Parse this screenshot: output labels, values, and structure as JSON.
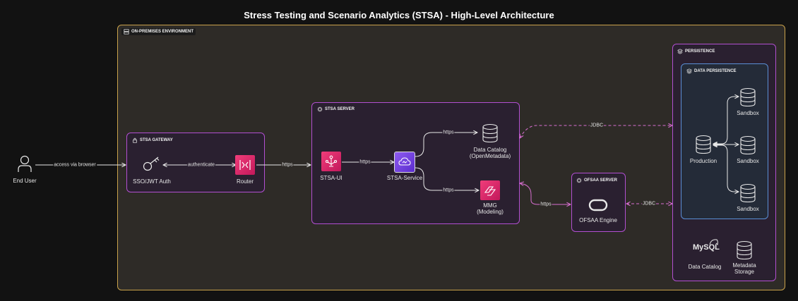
{
  "title": "Stress Testing and Scenario Analytics (STSA) - High-Level Architecture",
  "groups": {
    "onprem": "ON-PREMISES ENVIRONMENT",
    "gateway": "STSA GATEWAY",
    "server": "STSA SERVER",
    "ofsaa": "OFSAA SERVER",
    "persistence": "PERSISTENCE",
    "data_persistence": "DATA PERSISTENCE"
  },
  "nodes": {
    "end_user": "End User",
    "sso": "SSO/JWT Auth",
    "router": "Router",
    "stsa_ui": "STSA-UI",
    "stsa_service": "STSA-Service",
    "data_catalog_line1": "Data Catalog",
    "data_catalog_line2": "(OpenMetadata)",
    "mmg_line1": "MMG",
    "mmg_line2": "(Modeling)",
    "ofsaa_engine": "OFSAA Engine",
    "production": "Production",
    "sandbox1": "Sandbox",
    "sandbox2": "Sandbox",
    "sandbox3": "Sandbox",
    "mysql_logo": "MySQL",
    "mysql_label": "Data Catalog",
    "metadata_line1": "Metadata",
    "metadata_line2": "Storage"
  },
  "edges": {
    "browser": "access via browser",
    "authenticate": "authenticate",
    "https_router": "https",
    "https_ui": "https",
    "https_catalog": "https",
    "https_mmg": "https",
    "https_ofsaa": "https",
    "jdbc_top": "JDBC",
    "jdbc_bottom": "JDBC"
  },
  "colors": {
    "onprem_border": "#c9a24a",
    "group_border": "#b24fd1",
    "data_persistence_border": "#5a8fd6",
    "dashed_edge": "#d86fd0",
    "pink_icon": "#e8336f",
    "purple_icon": "#7a4ae6"
  },
  "icons": {
    "end_user": "user-icon",
    "sso": "key-icon",
    "router": "router-icon",
    "stsa_ui": "sitemap-icon",
    "stsa_service": "cloud-service-icon",
    "data_catalog": "database-icon",
    "mmg": "flow-icon",
    "ofsaa": "oracle-icon",
    "database": "database-icon"
  }
}
